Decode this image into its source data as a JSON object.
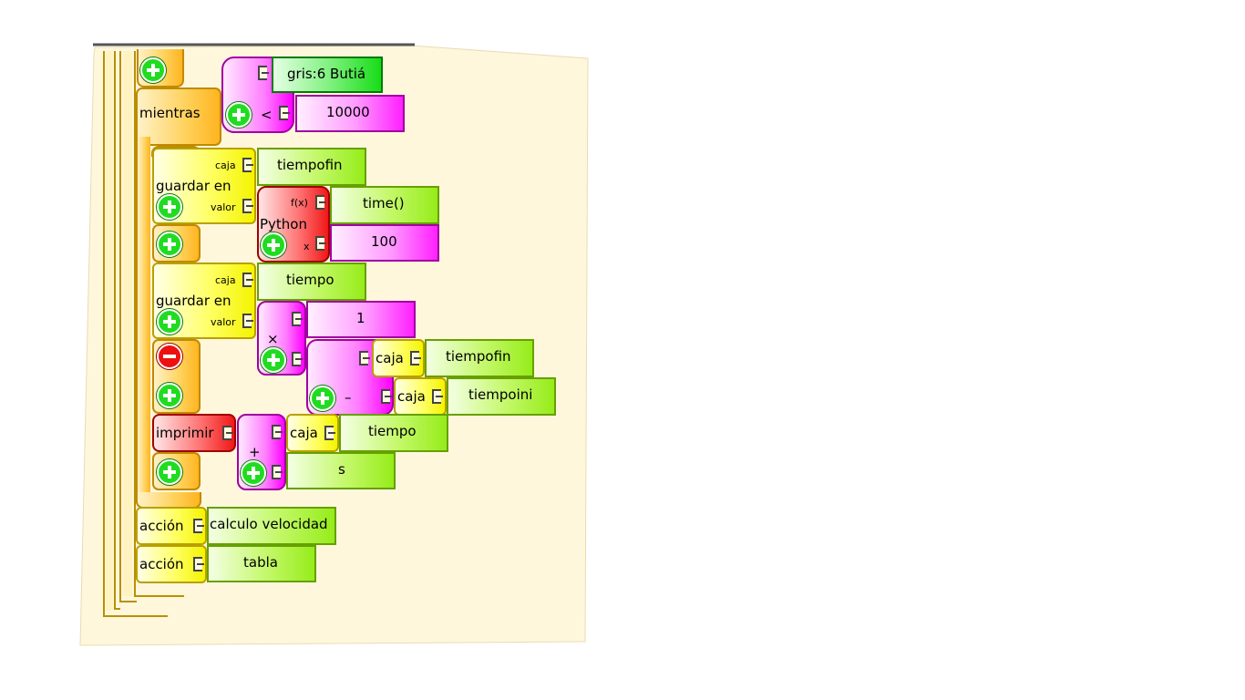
{
  "blocks": {
    "mientras": "mientras",
    "sensor": "gris:6 Butiá",
    "less_than": "<",
    "limit": "10000",
    "guardar_en": "guardar en",
    "caja_small": "caja",
    "valor_small": "valor",
    "var_tiempofin": "tiempofin",
    "python": "Python",
    "fx": "f(x)",
    "x_small": "x",
    "time_fn": "time()",
    "python_arg": "100",
    "var_tiempo": "tiempo",
    "times": "×",
    "one": "1",
    "caja": "caja",
    "minus_op": "–",
    "var_tiempoini": "tiempoini",
    "imprimir": "imprimir",
    "plus_op": "+",
    "unit_s": "s",
    "accion": "acción",
    "action1": "calculo velocidad",
    "action2": "tabla"
  },
  "colors": {
    "canvas": "#fff7dc",
    "flow_orange": "#ffd15a",
    "box_yellow": "#ffff66",
    "number_magenta": "#ff00ff",
    "python_red": "#f01818",
    "string_green": "#96ec1a",
    "sensor_green": "#18dc18",
    "expand_button": "#20dc20",
    "collapse_button": "#ee1010"
  },
  "icons": [
    "expand-plus-icon",
    "collapse-minus-icon",
    "socket-connector-icon"
  ]
}
